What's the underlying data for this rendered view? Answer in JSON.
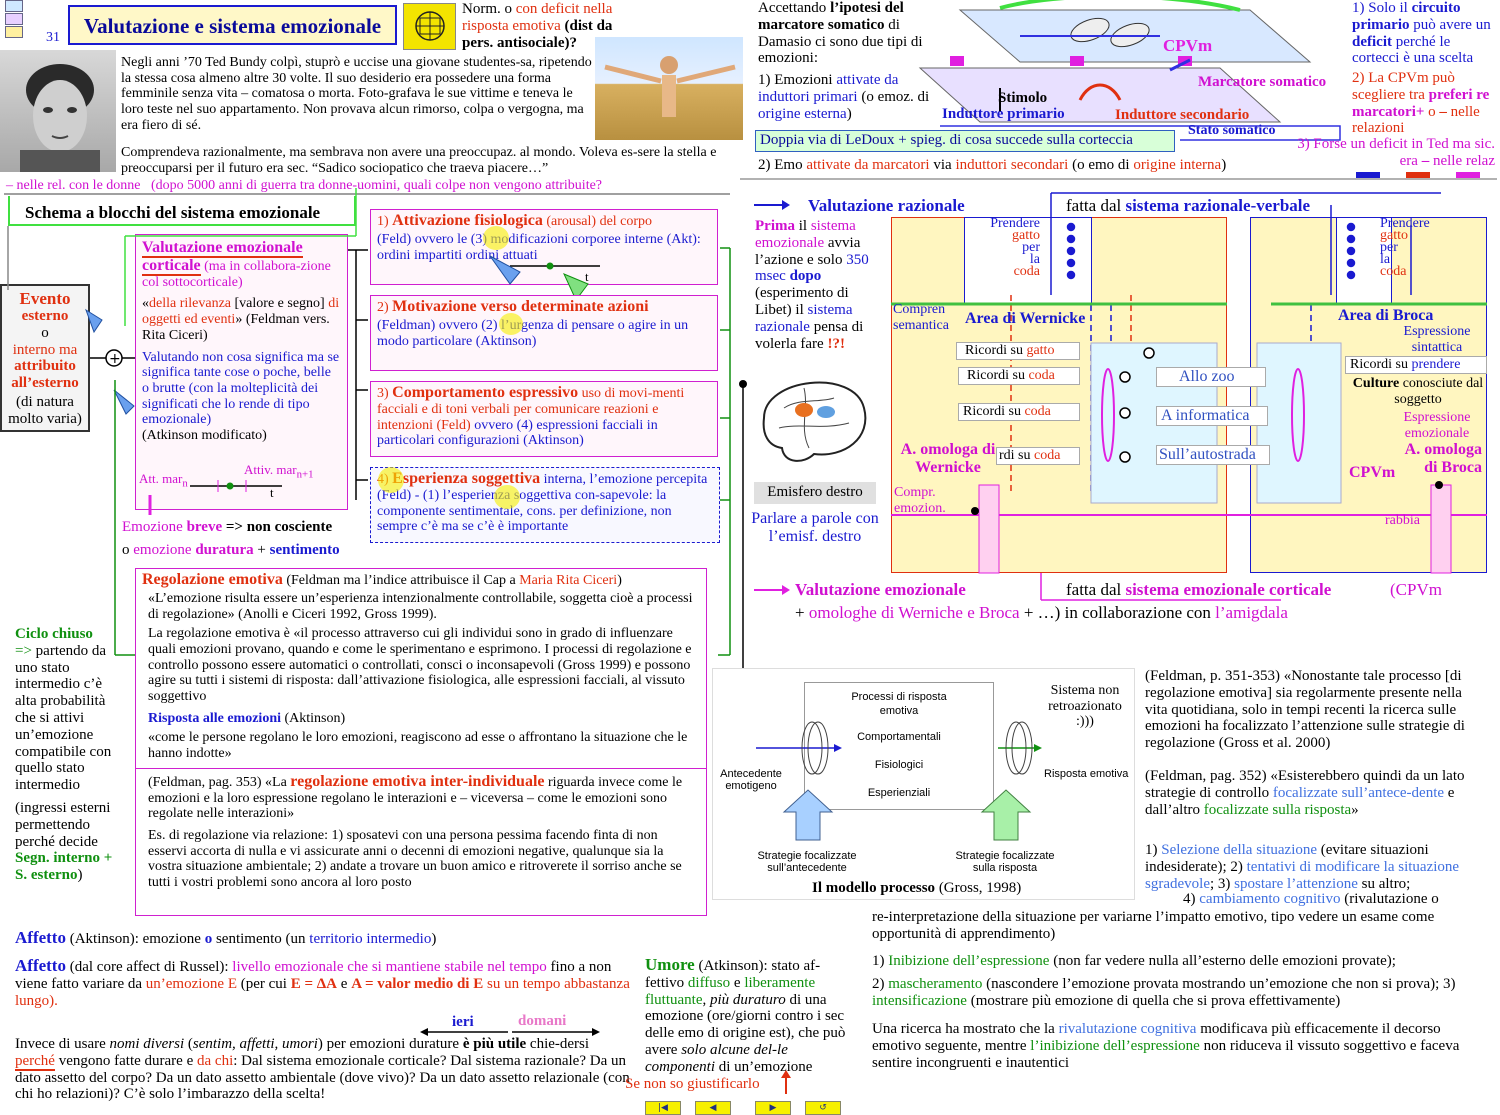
{
  "header": {
    "page_number": "31",
    "title": "Valutazione e sistema emozionale",
    "norm_line1": "Norm. o ",
    "norm_red": "con deficit nella risposta emotiva",
    "norm_end": " (dist da pers. antisociale)?"
  },
  "bundy": {
    "para1": "Negli anni ’70 Ted Bundy colpì, stuprò e uccise una giovane studentes-sa, ripetendo la stessa cosa almeno altre 30 volte.  Il suo desiderio era possedere una forma femminile senza vita – comatosa o morta.   Foto-grafava le sue vittime e teneva le loro teste nel suo appartamento.  Non provava alcun rimorso, colpa o vergogna, ma era fiero di sé.",
    "para2": "Comprendeva razionalmente, ma sembrava non avere una preoccupaz. al mondo. Voleva es-sere la stella e preoccuparsi per il futuro era sec. “Sadico sociopatico che traeva piacere…”",
    "note_left": "– nelle rel. con le donne",
    "note_right": "(dopo 5000 anni di guerra tra donne-uomini, quali colpe non vengono attribuite?"
  },
  "damasio": {
    "intro1": "Accettando ",
    "intro_bold": "l’ipotesi del marcatore somatico",
    "intro2": " di Damasio ci sono due tipi di emozioni:",
    "e1_a": "1) Emozioni ",
    "e1_b": "attivate da induttori primari",
    "e1_c": " (o emoz. di ",
    "e1_d": "origine esterna",
    "e1_e": ")",
    "e2_a": "2) Emo ",
    "e2_b": "attivate da marcatori",
    "e2_c": " via ",
    "e2_d": "induttori secondari",
    "e2_e": " (o emo di ",
    "e2_f": "origine interna",
    "e2_g": ")",
    "ledoux": "Doppia via di LeDoux + spieg. di cosa succede sulla corteccia",
    "cpvm": "CPVm",
    "marcatore": "Marcatore somatico",
    "stimolo": "Stimolo",
    "induttore_primario": "Induttore primario",
    "induttore_secondario": "Induttore secondario",
    "stato_somatico": "Stato somatico"
  },
  "right_notes": {
    "n1_a": "1) Solo il ",
    "n1_b": "circuito primario",
    "n1_c": " può avere un ",
    "n1_d": "deficit",
    "n1_e": " perché le cortecci è una scelta",
    "n2_a": "2) La CPVm può scegliere tra ",
    "n2_b": "preferi re marcatori+",
    "n2_c": " o ",
    "n2_d": "–",
    "n2_e": " nelle relazioni",
    "n3_a": "3) Forse un deficit in Ted ma sic. era ",
    "n3_b": "–",
    "n3_c": " nelle relaz"
  },
  "schema": {
    "title": "Schema a blocchi del sistema emozionale",
    "evento": "Evento",
    "esterno": "esterno",
    "o": "o",
    "interno": "interno ma",
    "attributo": "attribuito all’esterno",
    "natura": "(di natura molto varia)",
    "val_title": "Valutazione emozionale corticale",
    "val_sub": " (ma in collabora-zione col sottocorticale)",
    "val_p1_a": "«",
    "val_p1_b": "della rilevanza",
    "val_p1_c": " [valore e segno] ",
    "val_p1_d": "di oggetti ed eventi",
    "val_p1_e": "» (Feldman vers. Rita Ciceri)",
    "val_p2": "Valutando non cosa significa ma se significa tante cose o poche, belle o brutte (con la molteplicità dei significati che lo rende di tipo emozionale)",
    "val_p3": "(Atkinson modificato)",
    "att_mar": "Att. mar",
    "att_sub": "n",
    "attiv_mar": "Attiv. mar",
    "attiv_sub": "n+1",
    "t": "t",
    "breve_a": "Emozione ",
    "breve_b": "breve",
    "breve_c": " => non cosciente",
    "duratura_a": "o ",
    "duratura_b": "emozione ",
    "duratura_c": "duratura",
    "duratura_d": " + ",
    "duratura_e": "sentimento"
  },
  "blocks": [
    {
      "t_a": "1) ",
      "t_b": "Attivazione fisiologica",
      "t_c": " (arousal) del corpo",
      "body": "(Feld) ovvero le (3) modificazioni corporee interne (Akt): ordini impartiti    ordini attuati"
    },
    {
      "t_a": "2) ",
      "t_b": "Motivazione verso determinate azioni",
      "t_c": "",
      "body": "(Feldman)  ovvero (2) l’urgenza di pensare o agire in un modo particolare (Aktinson)"
    },
    {
      "t_a": "3) ",
      "t_b": "Comportamento espressivo",
      "t_c": " uso di movi-menti facciali e di toni verbali per comunicare reazioni e intenzioni (Feld)",
      "body": " ovvero (4) espressioni facciali in particolari configurazioni (Aktinson)"
    },
    {
      "t_a": "4) ",
      "t_b": "Esperienza soggettiva",
      "t_c": " interna, l’emozione percepita (Feld) - (1) l’esperienza soggettiva con-sapevole: la componente sentimentale, cons. per definizione, non sempre c’è ma se c’è è importante",
      "body": ""
    }
  ],
  "regolazione": {
    "title": "Regolazione emotiva",
    "title_after": " (Feldman ma l’indice attribuisce il Cap a ",
    "ciceri": "Maria Rita Ciceri",
    "p1": "«L’emozione risulta essere un’esperienza intenzionalmente controllabile, soggetta cioè a processi di regolazione» (Anolli e Ciceri 1992, Gross 1999).",
    "p2": "La regolazione emotiva è «il processo attraverso cui gli individui sono in grado di influenzare quali emozioni provano, quando e come le sperimentano e esprimono.  I processi di regolazione e controllo possono essere automatici o controllati, consci o inconsapevoli (Gross 1999)  e possono agire su tutti i sistemi di risposta: dall’attivazione fisiologica, alle espressioni facciali, al vissuto soggettivo",
    "risp_title": "Risposta alle emozioni",
    "risp_after": " (Aktinson)",
    "p3": "«come le persone regolano le loro emozioni, reagiscono ad esse o affrontano la situazione che le hanno indotte»",
    "p4_a": "(Feldman, pag. 353) «La ",
    "p4_b": "regolazione emotiva inter-individuale",
    "p4_c": " riguarda invece come le emozioni e la loro espressione regolano le interazioni e – viceversa – come le emozioni sono regolate nelle interazioni»",
    "p5": "Es. di regolazione via relazione: 1) sposatevi con una persona pessima facendo finta di non esservi accorta di nulla e vi assicurate anni o decenni di emozioni negative, qualunque sia la vostra situazione ambientale;  2) andate a trovare un buon amico e ritroverete il sorriso anche se tutti i vostri problemi sono ancora al loro posto"
  },
  "ciclo": {
    "title": "Ciclo chiuso",
    "arrow": "=>",
    "text": " partendo da uno stato intermedio c’è alta probabilità che si attivi un’emozione compatibile con quello stato intermedio",
    "ingressi": "(ingressi esterni permettendo perché decide",
    "segn": "Segn. interno + S. esterno",
    "close": ")"
  },
  "affetto": {
    "a1_title": "Affetto",
    "a1_text": " (Aktinson): emozione ",
    "a1_o": "o",
    "a1_sent": " sentimento ",
    "a1_after": " (un ",
    "a1_terr": "territorio intermedio",
    "a1_close": ")",
    "a2_title": "Affetto",
    "a2_text": " (dal core affect di Russel): ",
    "a2_liv": "livello emozionale che si mantiene stabile nel tempo",
    "a2_rest": " fino a non viene fatto variare da ",
    "a2_emo": "un’emozione E",
    "a2_per": " (per cui ",
    "a2_eq": "E = ΔA",
    "a2_e": " e ",
    "a2_eq2": "A = valor medio di E",
    "a2_lungo": " su un tempo abbastanza lungo).",
    "ieri": "ieri",
    "domani": "domani",
    "p_a": "Invece di usare ",
    "p_b": "nomi diversi",
    "p_c": " (",
    "p_d": "sentim, affetti, umori",
    "p_e": ") per emozioni durature ",
    "p_f": "è più utile",
    "p_g": " chie-dersi ",
    "p_h": "perché",
    "p_i": " vengono fatte durare e ",
    "p_j": "da chi",
    "p_k": ":  Dal sistema emozionale corticale?  Dal sistema razionale?  Da un dato assetto del corpo?  Da un dato assetto ambientale (dove vivo)?  Da un dato assetto relazionale (con chi ho relazioni)?  C’è solo l’imbarazzo della scelta!"
  },
  "umore": {
    "title": "Umore",
    "text_a": " (Atkinson): stato af-fettivo ",
    "diffuso": "diffuso",
    "e": " e ",
    "lib": "liberamente fluttuante",
    "text_b": ", ",
    "dur": "più duraturo",
    "text_c": " di una emozione (ore/giorni contro i sec delle emo di origine est), che può avere ",
    "solo": "solo alcune del-le componenti",
    "text_d": " di un’emozione",
    "giust": "Se non so giustificarlo"
  },
  "valutazione": {
    "raz_label": "Valutazione razionale",
    "raz_fatta": "fatta dal ",
    "raz_sist": "sistema razionale-verbale",
    "prima": "Prima",
    "prima_text1": " il ",
    "prima_text2": "sistema emozionale",
    "prima_text3": " avvia l’azione e solo ",
    "msec": "350 msec",
    "dopo": "dopo",
    "prima_text4": " (esperimento di Libet) il ",
    "sist_raz": "sistema razionale",
    "prima_text5": " pensa di volerla fare ",
    "wow": "!?!",
    "emisfero": "Emisfero destro",
    "parlare": "Parlare a parole con l’emisf. destro",
    "emo_label": "Valutazione emozionale",
    "emo_fatta": "fatta dal ",
    "emo_sist": "sistema emozionale corticale",
    "cpvm_paren": "(CPVm",
    "emo_line2_a": "+ ",
    "emo_line2_b": "omologhe di Werniche e Broca",
    "emo_line2_c": " + …) in collaborazione con ",
    "emo_line2_d": "l’amigdala"
  },
  "brain_diagram": {
    "prendere_l": [
      "Prendere",
      "gatto",
      "per",
      "la",
      "coda"
    ],
    "prendere_r": [
      "Prendere",
      "gatto",
      "per",
      "la",
      "coda"
    ],
    "compren": "Compren semantica",
    "wernicke": "Area di Wernicke",
    "broca": "Area di Broca",
    "espr_sint": "Espressione sintattica",
    "ricordi": [
      {
        "a": "Ricordi su ",
        "b": "gatto"
      },
      {
        "a": "Ricordi su ",
        "b": "coda"
      },
      {
        "a": "Ricordi su ",
        "b": "coda"
      },
      {
        "a": "rdi su ",
        "b": "coda"
      }
    ],
    "ricordi_prendere_a": "Ricordi su ",
    "ricordi_prendere_b": "prendere",
    "allo_zoo": "Allo zoo",
    "a_informatica": "A informatica",
    "sull_autostrada": "Sull’autostrada",
    "culture": "Culture",
    "culture_text": " conosciute dal soggetto",
    "espr_emo": "Espressione emozionale",
    "omologa_w": "A. omologa di Wernicke",
    "omologa_b": "A. omologa di Broca",
    "cpvm": "CPVm",
    "compr_emo": "Compr. emozion.",
    "rabbia": "rabbia"
  },
  "gross": {
    "proc1": "Processi di risposta emotiva",
    "proc2": "Comportamentali",
    "proc3": "Fisiologici",
    "proc4": "Esperienziali",
    "antecedente": "Antecedente emotigeno",
    "risposta": "Risposta emotiva",
    "strat1": "Strategie focalizzate sull’antecedente",
    "strat2": "Strategie focalizzate sulla risposta",
    "non_retro": "Sistema non retroazionato :)))",
    "caption_b": "Il modello processo",
    "caption_c": " (Gross, 1998)"
  },
  "feldman_right": {
    "p1": "(Feldman, p. 351-353) «Nonostante tale processo [di regolazione emotiva] sia regolarmente presente nella vita quotidiana, solo in tempi recenti la ricerca sulle emozioni ha focalizzato l’attenzione sulle strategie di regolazione (Gross et al. 2000)",
    "p2_a": "(Feldman, pag. 352) «Esisterebbero quindi da un lato strategie di controllo ",
    "p2_b": "focalizzate sull’antece-dente",
    "p2_c": "  e dall’altro ",
    "p2_d": "focalizzate sulla risposta",
    "p2_e": "»",
    "l1_a": "1) ",
    "l1_b": "Selezione della situazione",
    "l1_c": " (evitare situazioni indesiderate);   2) ",
    "l1_d": "tentativi di modificare la situazione sgradevole",
    "l1_e": ";   3) ",
    "l1_f": "spostare l’attenzione",
    "l1_g": " su altro;",
    "l4_a": "4) ",
    "l4_b": "cambiamento cognitivo",
    "l4_c": " (rivalutazione o",
    "reint": "re-interpretazione della situazione per variarne l’impatto emotivo, tipo vedere un esame come opportunità di apprendimento)",
    "i1_a": "1) ",
    "i1_b": "Inibizione dell’espressione",
    "i1_c": " (non far vedere nulla all’esterno delle emozioni provate);",
    "i2_a": "2) ",
    "i2_b": "mascheramento",
    "i2_c": " (nascondere l’emozione provata mostrando un’emozione che non si prova);  3) ",
    "i2_d": "intensificazione",
    "i2_e": " (mostrare più emozione di quella che si prova effettivamente)",
    "r_a": "Una ricerca ha mostrato che la ",
    "r_b": "rivalutazione cognitiva",
    "r_c": " modificava più efficacemente il decorso emotivo seguente, mentre ",
    "r_d": "l’inibizione dell’espressione",
    "r_e": " non riduceva il vissuto soggettivo e faceva sentire incongruenti e inautentici"
  },
  "nav": [
    "|◀",
    "◀",
    "▶",
    "↺"
  ],
  "colors": {
    "blue": "#1a1ad0",
    "red": "#e03010",
    "magenta": "#d010d0",
    "green": "#109010",
    "yellow": "#fff6c0"
  }
}
